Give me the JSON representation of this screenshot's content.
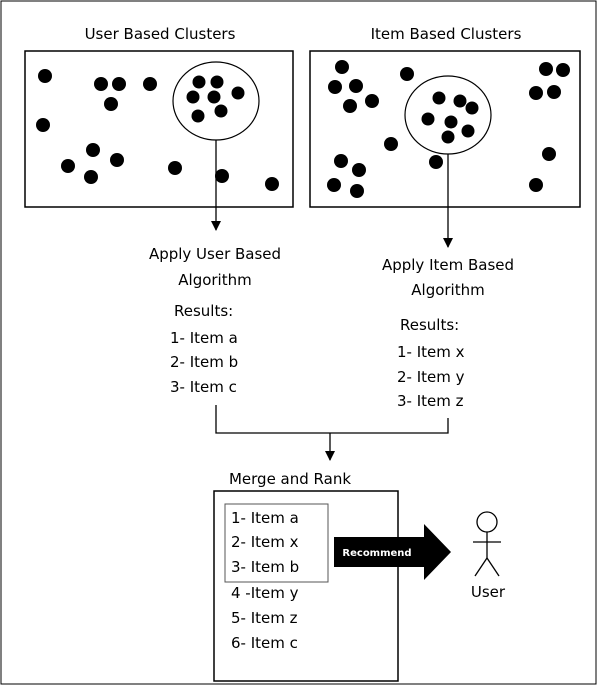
{
  "user_clusters": {
    "title": "User Based Clusters"
  },
  "item_clusters": {
    "title": "Item Based Clusters"
  },
  "user_algo": {
    "line1": "Apply User Based",
    "line2": "Algorithm",
    "results_label": "Results:",
    "results": [
      "1- Item a",
      "2- Item b",
      "3- Item c"
    ]
  },
  "item_algo": {
    "line1": "Apply Item Based",
    "line2": "Algorithm",
    "results_label": "Results:",
    "results": [
      "1- Item x",
      "2- Item y",
      "3- Item z"
    ]
  },
  "merge": {
    "title": "Merge and Rank",
    "top_items": [
      "1- Item a",
      "2- Item x",
      "3- Item b"
    ],
    "other_items": [
      "4 -Item y",
      "5- Item z",
      "6- Item c"
    ]
  },
  "recommend_label": "Recommend",
  "user_label": "User"
}
